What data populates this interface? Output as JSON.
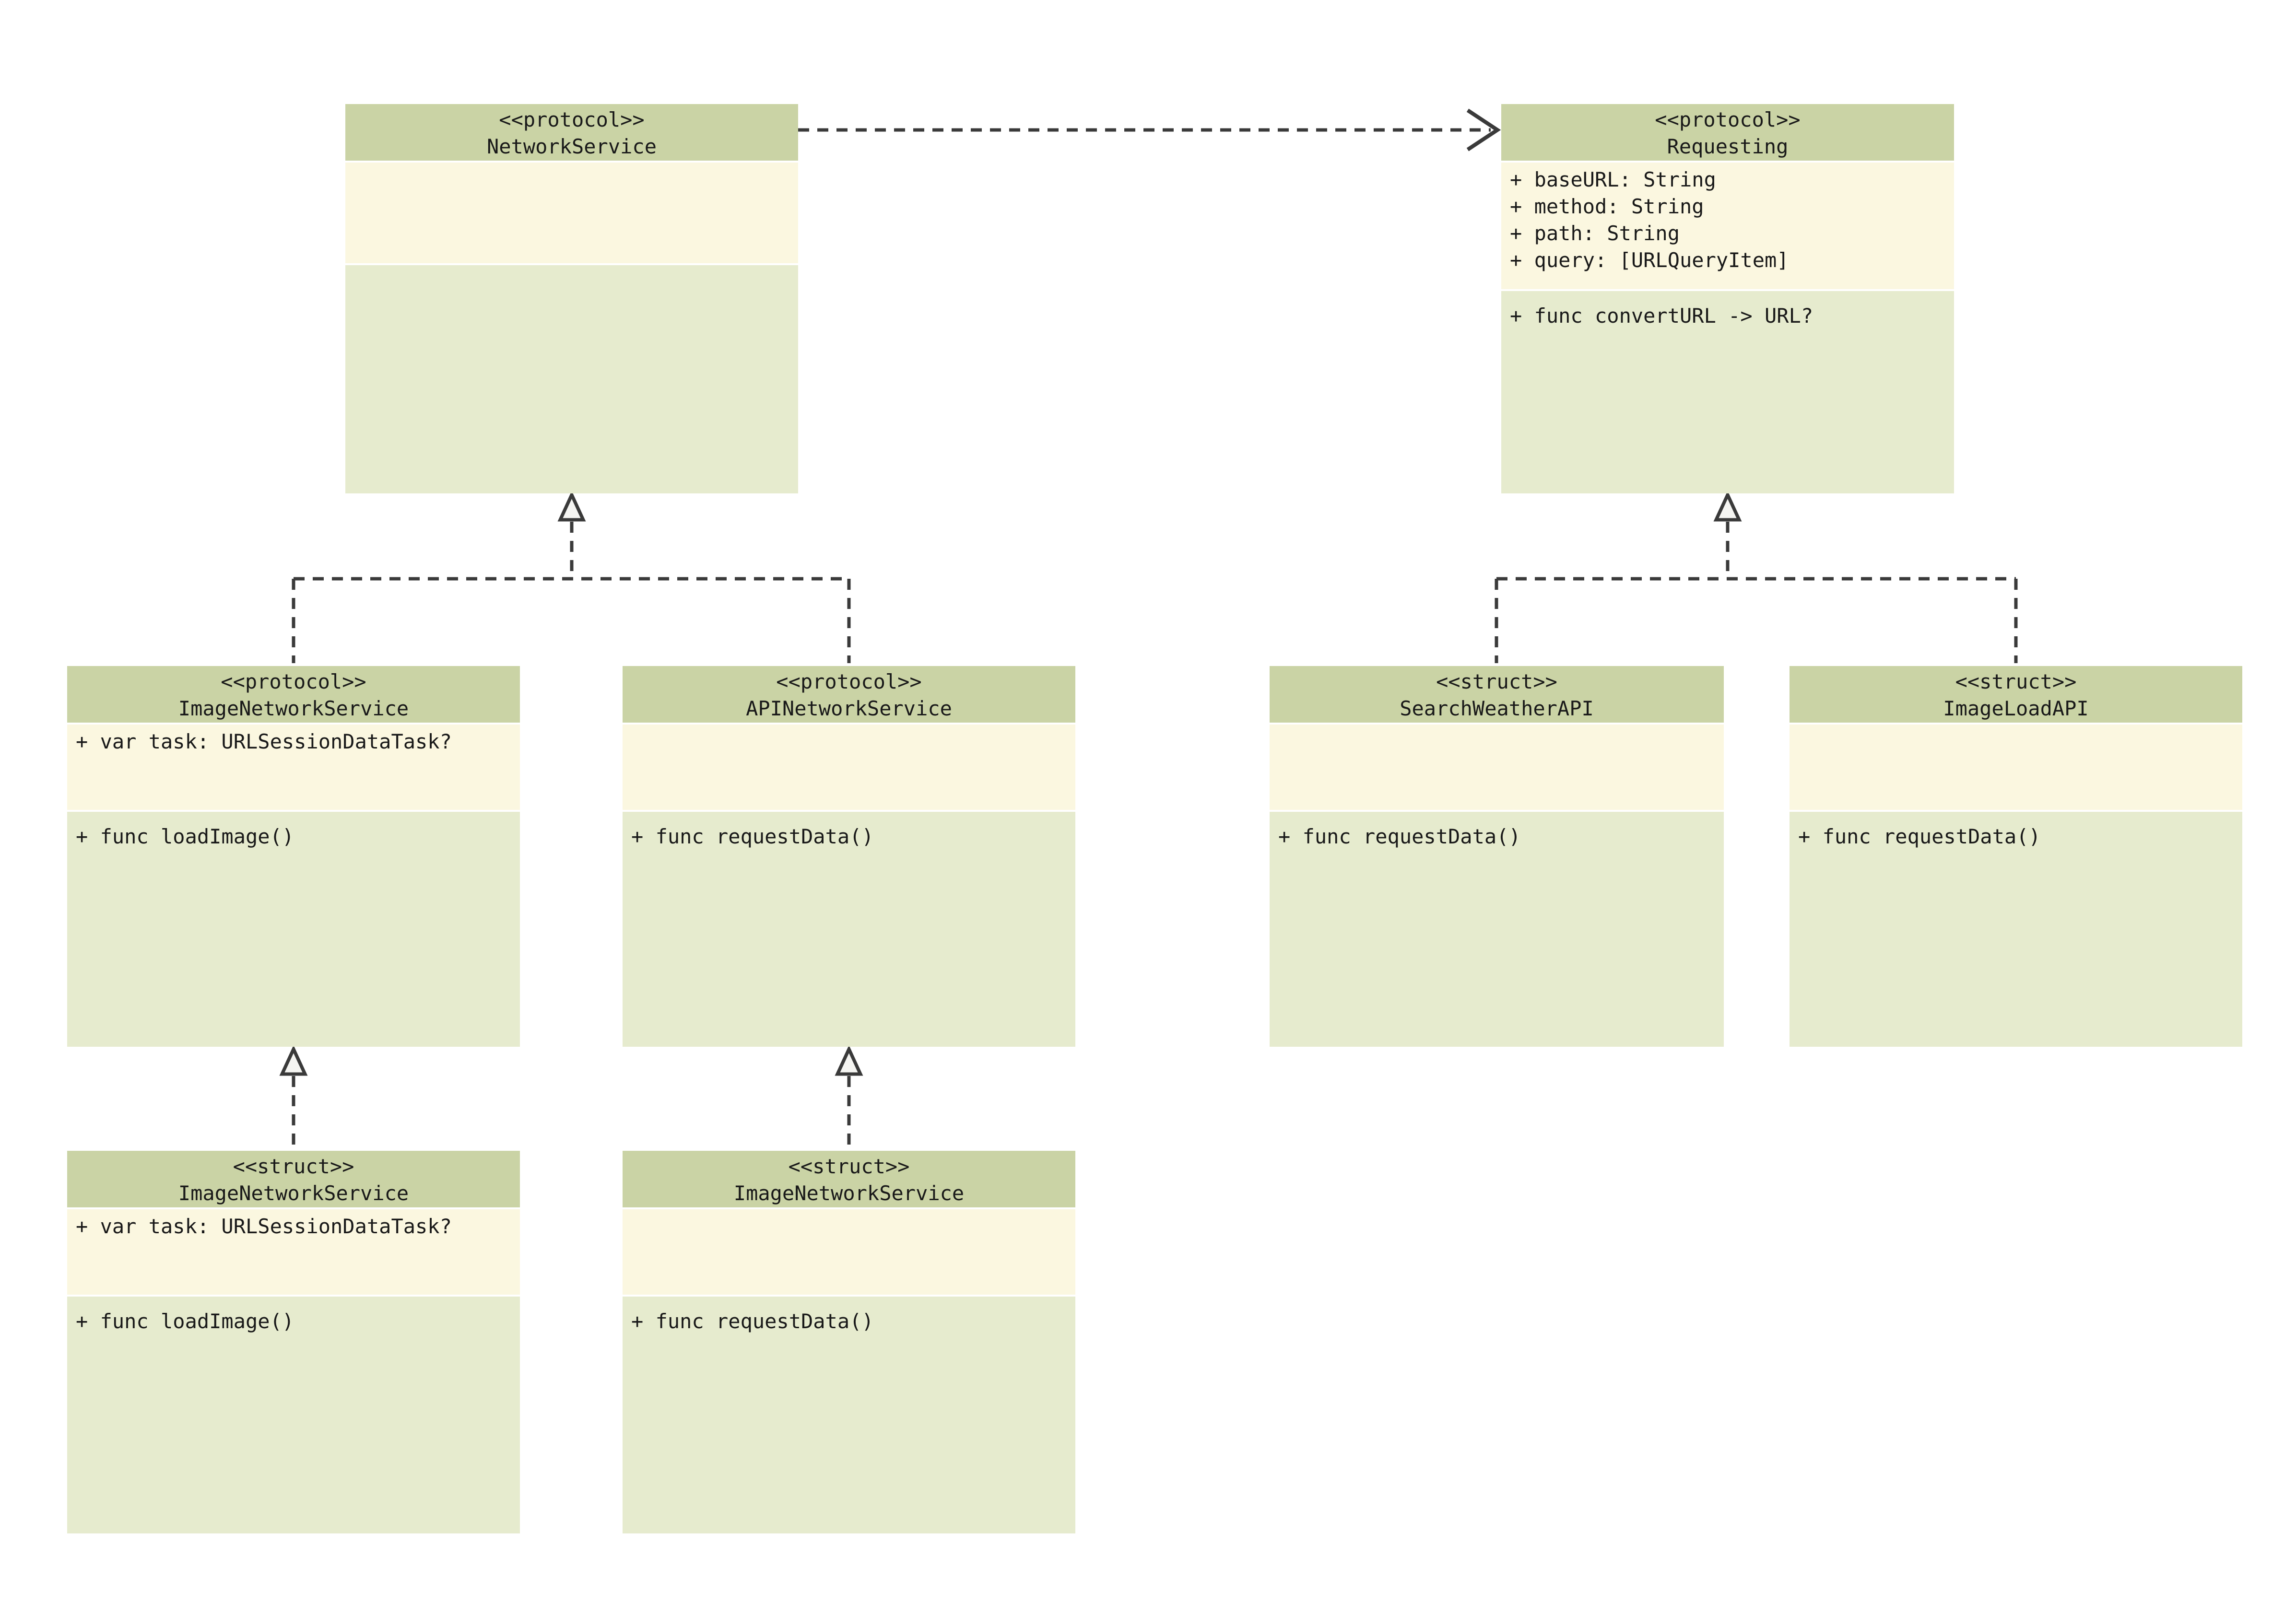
{
  "palette": {
    "header_fill": "#cad3a5",
    "attribute_fill": "#fbf7e0",
    "method_fill": "#e6ebce",
    "connector_color": "#3a3a3a",
    "text_color": "#191919",
    "arrowhead_fill": "#f5f5f2",
    "background": "#ffffff"
  },
  "diagram": {
    "type": "uml-class-diagram",
    "classes": [
      {
        "stereotype": "<<protocol>>",
        "name": "NetworkService",
        "attributes": [],
        "methods": []
      },
      {
        "stereotype": "<<protocol>>",
        "name": "Requesting",
        "attributes": [
          "+ baseURL: String",
          "+ method: String",
          "+ path: String",
          "+ query: [URLQueryItem]"
        ],
        "methods": [
          "+ func convertURL -> URL?"
        ]
      },
      {
        "stereotype": "<<protocol>>",
        "name": "ImageNetworkService",
        "attributes": [
          "+ var task: URLSessionDataTask?"
        ],
        "methods": [
          "+ func loadImage()"
        ]
      },
      {
        "stereotype": "<<protocol>>",
        "name": "APINetworkService",
        "attributes": [],
        "methods": [
          "+ func requestData()"
        ]
      },
      {
        "stereotype": "<<struct>>",
        "name": "SearchWeatherAPI",
        "attributes": [],
        "methods": [
          "+ func requestData()"
        ]
      },
      {
        "stereotype": "<<struct>>",
        "name": "ImageLoadAPI",
        "attributes": [],
        "methods": [
          "+ func requestData()"
        ]
      },
      {
        "stereotype": "<<struct>>",
        "name": "ImageNetworkService",
        "attributes": [
          "+ var task: URLSessionDataTask?"
        ],
        "methods": [
          "+ func loadImage()"
        ]
      },
      {
        "stereotype": "<<struct>>",
        "name": "ImageNetworkService",
        "attributes": [],
        "methods": [
          "+ func requestData()"
        ]
      }
    ],
    "relationships": [
      {
        "type": "dependency",
        "from": "NetworkService",
        "to": "Requesting",
        "line": "dashed",
        "arrowhead": "open"
      },
      {
        "type": "realization",
        "from": "ImageNetworkService (protocol)",
        "to": "NetworkService",
        "line": "dashed",
        "arrowhead": "hollow-triangle"
      },
      {
        "type": "realization",
        "from": "APINetworkService",
        "to": "NetworkService",
        "line": "dashed",
        "arrowhead": "hollow-triangle"
      },
      {
        "type": "realization",
        "from": "SearchWeatherAPI",
        "to": "Requesting",
        "line": "dashed",
        "arrowhead": "hollow-triangle"
      },
      {
        "type": "realization",
        "from": "ImageLoadAPI",
        "to": "Requesting",
        "line": "dashed",
        "arrowhead": "hollow-triangle"
      },
      {
        "type": "realization",
        "from": "ImageNetworkService (struct)",
        "to": "ImageNetworkService (protocol)",
        "line": "dashed",
        "arrowhead": "hollow-triangle"
      },
      {
        "type": "realization",
        "from": "ImageNetworkService (struct 2)",
        "to": "APINetworkService",
        "line": "dashed",
        "arrowhead": "hollow-triangle"
      }
    ]
  }
}
